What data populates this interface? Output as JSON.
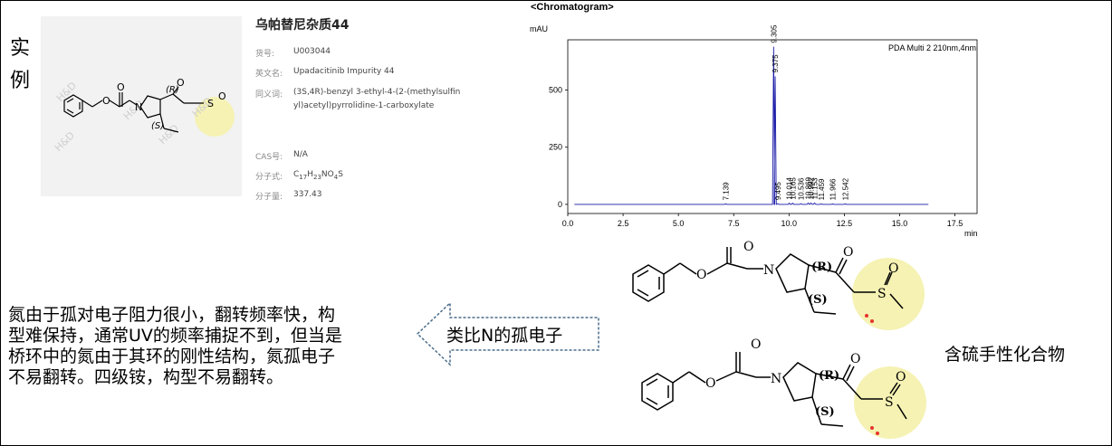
{
  "left_labels": [
    "实",
    "例"
  ],
  "product": {
    "title": "乌帕替尼杂质44",
    "fields": [
      {
        "label": "货号:",
        "value": "U003044"
      },
      {
        "label": "英文名:",
        "value": "Upadacitinib Impurity 44"
      },
      {
        "label": "同义词:",
        "value_lines": [
          "(3S,4R)-benzyl 3-ethyl-4-(2-(methylsulfin",
          "yl)acetyl)pyrrolidine-1-carboxylate"
        ]
      },
      {
        "label": "CAS号:",
        "value": "N/A"
      },
      {
        "label": "分子式:",
        "value": "C17H23NO4S"
      },
      {
        "label": "分子量:",
        "value": "337.43"
      }
    ],
    "formula_parts": {
      "c": "C",
      "c_sub": "17",
      "h": "H",
      "h_sub": "23",
      "rest": "NO",
      "o_sub": "4",
      "s": "S"
    },
    "watermark": "H&D"
  },
  "structure_labels": {
    "r": "(R)",
    "s": "(S)",
    "n": "N",
    "o": "O",
    "sulfur": "S"
  },
  "chart_data": {
    "type": "line",
    "title": "<Chromatogram>",
    "ylabel": "mAU",
    "xlabel": "min",
    "legend": "PDA Multi 2 210nm,4nm",
    "xlim": [
      0,
      18.5
    ],
    "ylim": [
      -40,
      720
    ],
    "x_ticks": [
      "0.0",
      "2.5",
      "5.0",
      "7.5",
      "10.0",
      "12.5",
      "15.0",
      "17.5"
    ],
    "y_ticks": [
      "0",
      "250",
      "500"
    ],
    "peaks": [
      {
        "rt": 7.139,
        "label": "7.139",
        "height": 2
      },
      {
        "rt": 9.305,
        "label": "9.305",
        "height": 690
      },
      {
        "rt": 9.375,
        "label": "9.375",
        "height": 560
      },
      {
        "rt": 9.495,
        "label": "9.495",
        "height": 3
      },
      {
        "rt": 10.014,
        "label": "10.014",
        "height": 5
      },
      {
        "rt": 10.165,
        "label": "10.165",
        "height": 5
      },
      {
        "rt": 10.536,
        "label": "10.536",
        "height": 3
      },
      {
        "rt": 10.869,
        "label": "10.869",
        "height": 6
      },
      {
        "rt": 10.992,
        "label": "10.992",
        "height": 6
      },
      {
        "rt": 11.153,
        "label": "11.153",
        "height": 6
      },
      {
        "rt": 11.459,
        "label": "11.459",
        "height": 2
      },
      {
        "rt": 11.966,
        "label": "11.966",
        "height": 2
      },
      {
        "rt": 12.542,
        "label": "12.542",
        "height": 2
      }
    ]
  },
  "paragraph": [
    "氮由于孤对电子阻力很小，翻转频率快，构",
    "型难保持，通常UV的频率捕捉不到，但当是",
    "桥环中的氮由于其环的刚性结构，氮孤电子",
    "不易翻转。四级铵，构型不易翻转。"
  ],
  "arrow_text": "类比N的孤电子",
  "compound_label": "含硫手性化合物",
  "colors": {
    "highlight": "#f5f2b3",
    "lone_pair": "#e8342b",
    "arrow_border": "#4a6c8a",
    "chrom_trace": "#1a1aa8"
  }
}
